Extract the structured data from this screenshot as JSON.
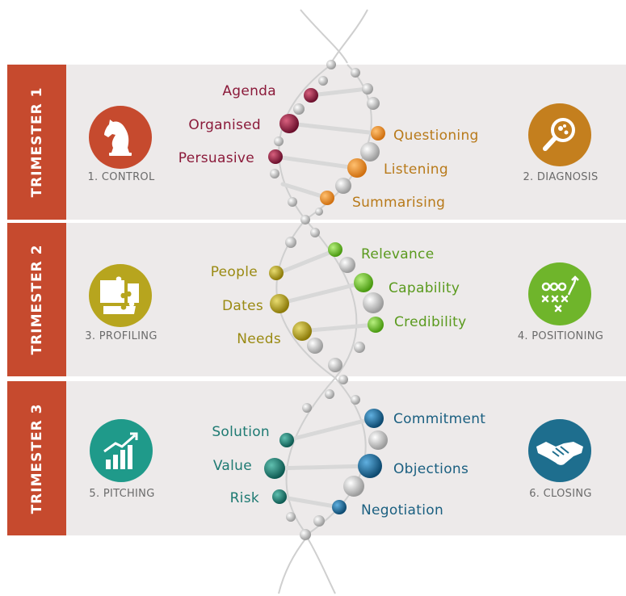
{
  "trimesters": [
    {
      "label": "TRIMESTER 1",
      "left_step": {
        "label": "1. CONTROL",
        "icon": "chess-knight-icon",
        "color": "#c64a2e"
      },
      "right_step": {
        "label": "2. DIAGNOSIS",
        "icon": "magnifier-icon",
        "color": "#c47f1e"
      },
      "left_terms": [
        "Agenda",
        "Organised",
        "Persuasive"
      ],
      "right_terms": [
        "Questioning",
        "Listening",
        "Summarising"
      ],
      "left_color": "#8b1a3a",
      "right_color": "#b87a1a"
    },
    {
      "label": "TRIMESTER 2",
      "left_step": {
        "label": "3. PROFILING",
        "icon": "puzzle-icon",
        "color": "#b7a51e"
      },
      "right_step": {
        "label": "4. POSITIONING",
        "icon": "strategy-board-icon",
        "color": "#6fb52b"
      },
      "left_terms": [
        "People",
        "Dates",
        "Needs"
      ],
      "right_terms": [
        "Relevance",
        "Capability",
        "Credibility"
      ],
      "left_color": "#9a8a12",
      "right_color": "#5a9a1e"
    },
    {
      "label": "TRIMESTER 3",
      "left_step": {
        "label": "5. PITCHING",
        "icon": "growth-chart-icon",
        "color": "#1f9a8a"
      },
      "right_step": {
        "label": "6. CLOSING",
        "icon": "handshake-icon",
        "color": "#1e6e8e"
      },
      "left_terms": [
        "Solution",
        "Value",
        "Risk"
      ],
      "right_terms": [
        "Commitment",
        "Objections",
        "Negotiation"
      ],
      "left_color": "#1e7a72",
      "right_color": "#1a5f80"
    }
  ]
}
